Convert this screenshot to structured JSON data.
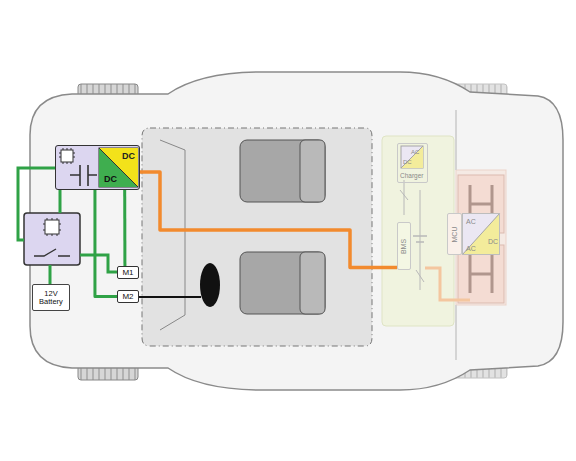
{
  "diagram": {
    "nodes": [
      {
        "text": [
          "DC",
          "DC"
        ]
      },
      {
        "text": [
          "12V Battery"
        ]
      },
      {
        "text": [
          "M1"
        ]
      },
      {
        "text": [
          "M2"
        ]
      },
      {
        "text": [
          "AC",
          "DC",
          "Charger"
        ]
      },
      {
        "text": [
          "BMS"
        ]
      },
      {
        "text": [
          "MCU"
        ]
      },
      {
        "text": [
          "AC",
          "DC",
          "AC"
        ]
      }
    ],
    "edges": [
      {
        "from": 0,
        "to": 5,
        "arrow": "none"
      },
      {
        "from": 0,
        "to": 2,
        "arrow": "none"
      },
      {
        "from": 0,
        "to": 3,
        "arrow": "none"
      }
    ]
  }
}
